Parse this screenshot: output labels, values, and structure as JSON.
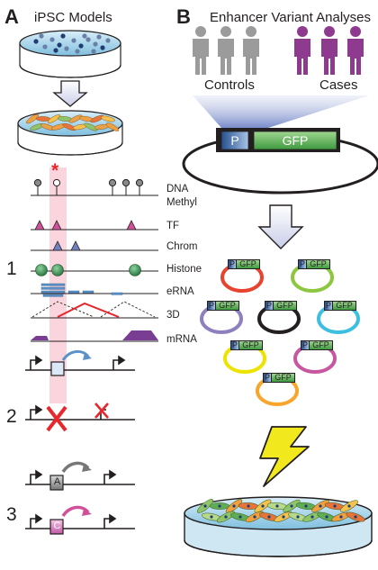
{
  "panelA": {
    "letter": "A",
    "title": "iPSC Models",
    "track_labels": [
      "DNA",
      "Methyl",
      "TF",
      "Chrom",
      "Histone",
      "eRNA",
      "3D",
      "mRNA"
    ],
    "mark_symbol": "*",
    "scenario_numbers": [
      "1",
      "2",
      "3"
    ],
    "allele_A": "A",
    "allele_C": "C"
  },
  "panelB": {
    "letter": "B",
    "title": "Enhancer Variant Analyses",
    "controls_label": "Controls",
    "cases_label": "Cases",
    "promoter_label": "P",
    "reporter_label": "GFP",
    "plasmid_colors": [
      "#e8432e",
      "#8dc63f",
      "#8e7fbf",
      "#231f20",
      "#3fbfdf",
      "#ece400",
      "#c7579e",
      "#f7a52d"
    ]
  },
  "colors": {
    "highlight": "#f9d0da",
    "mark_red": "#e8262d",
    "tf_pink": "#d0509a",
    "chrom_blue": "#7280c0",
    "histone_green": "#3e9a5a",
    "erna_blue": "#5b92c9",
    "mrna_purple": "#7a3d94",
    "case_purple": "#8e3a8e",
    "control_gray": "#9b9b9b",
    "gfp_green": "#5fae55",
    "promoter_blue": "#3f68a8",
    "lightning": "#f2e81e"
  }
}
